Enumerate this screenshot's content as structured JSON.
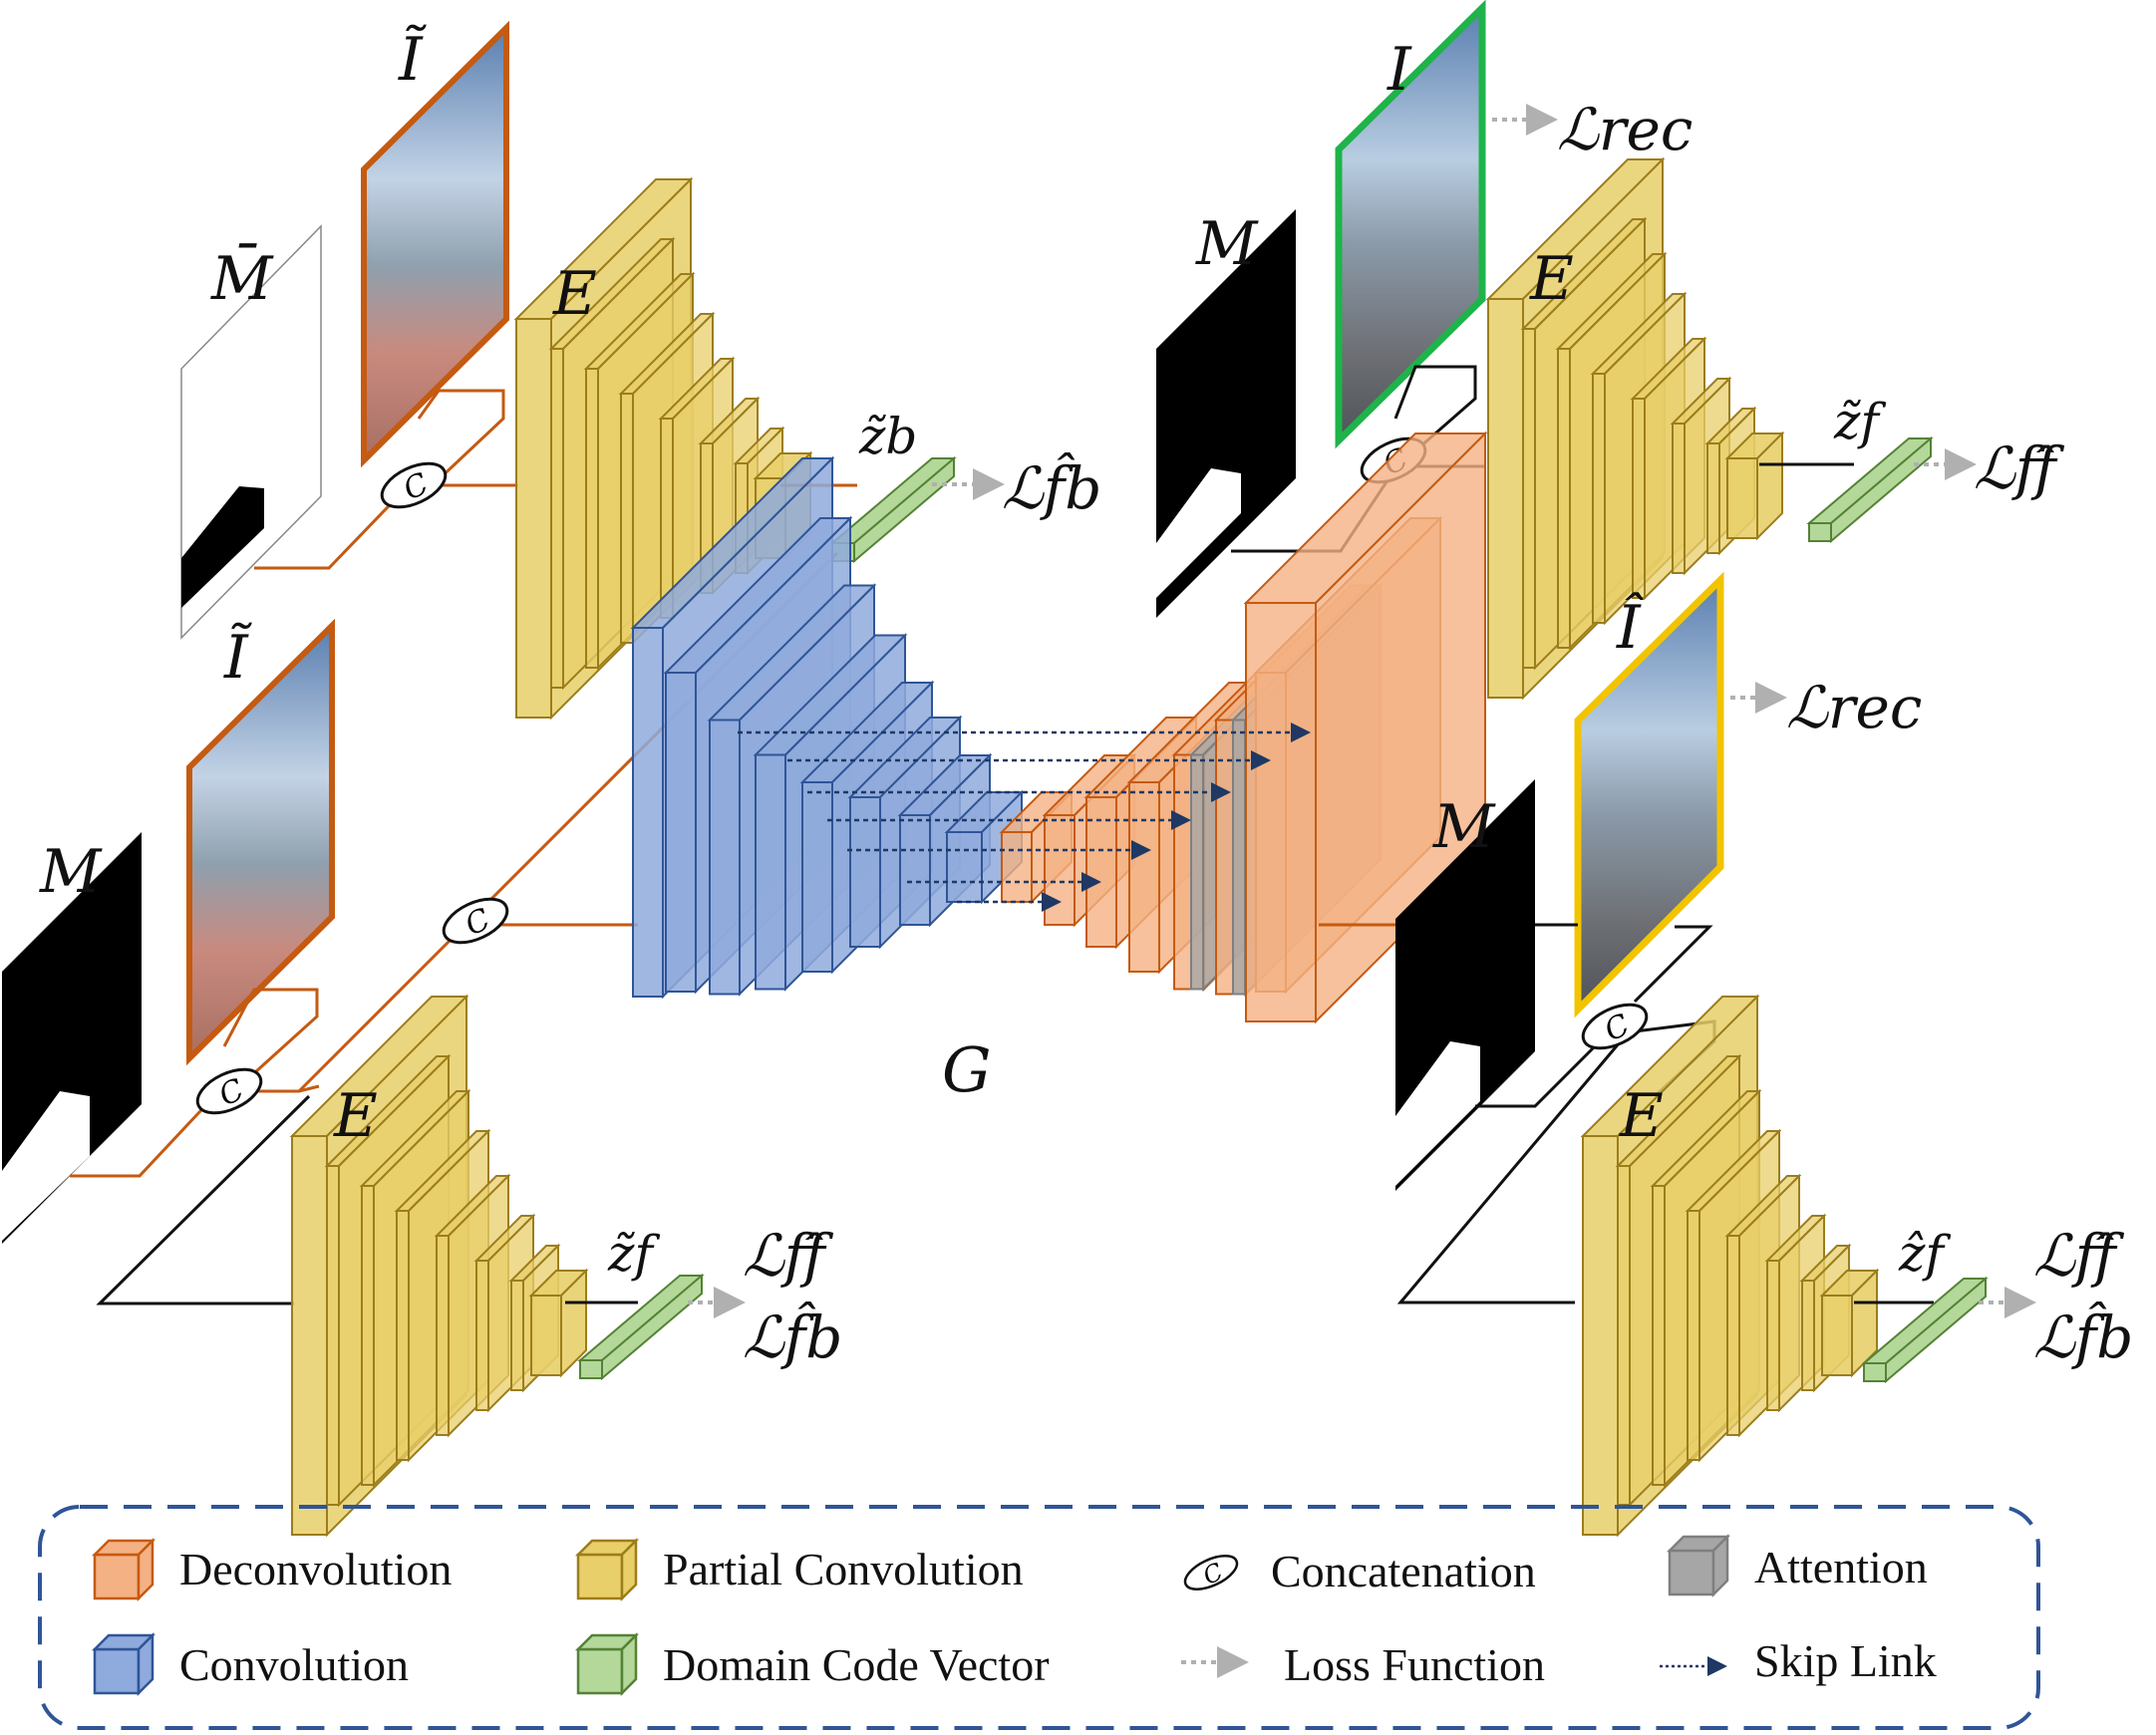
{
  "colors": {
    "deconv": "#f4b183",
    "deconv_edge": "#c55a11",
    "conv": "#8faadc",
    "conv_edge": "#2f5597",
    "partial": "#e8cf6a",
    "partial_edge": "#9c7d1b",
    "domain": "#b4d89a",
    "domain_edge": "#548235",
    "attention": "#a6a6a6",
    "orange_line": "#c55a11",
    "loss_arrow": "#b0b0b0",
    "skip": "#1f3864",
    "frame_orange": "#c55a11",
    "frame_green": "#1fb34a",
    "frame_yellow": "#f2c400",
    "legend_border": "#2f5597"
  },
  "icons": {
    "concat": "circled-c-icon",
    "loss": "dotted-gray-arrow-icon",
    "skip": "dotted-navy-arrow-icon"
  },
  "labels": {
    "I_tilde": "Ĩ",
    "I": "I",
    "I_hat": "Î",
    "M": "M",
    "M_bar": "M̄",
    "E": "E",
    "G": "G",
    "z_b": "z̃b",
    "z_f": "z̃f",
    "z_f_hat": "ẑf",
    "concat": "C"
  },
  "losses": {
    "rec": "ℒrec",
    "ff_hat": "ℒff̂",
    "fb_hat": "ℒf̂b"
  },
  "legend": {
    "deconvolution": "Deconvolution",
    "convolution": "Convolution",
    "partial_convolution": "Partial Convolution",
    "domain_code_vector": "Domain Code Vector",
    "concatenation": "Concatenation",
    "loss_function": "Loss Function",
    "attention": "Attention",
    "skip_link": "Skip Link"
  }
}
